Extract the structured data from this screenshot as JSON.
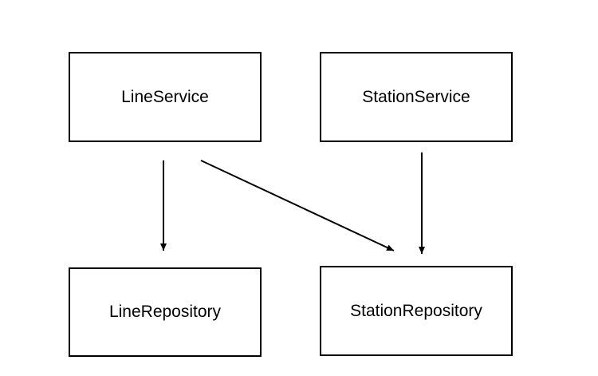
{
  "diagram": {
    "nodes": [
      {
        "id": "line-service",
        "label": "LineService"
      },
      {
        "id": "station-service",
        "label": "StationService"
      },
      {
        "id": "line-repository",
        "label": "LineRepository"
      },
      {
        "id": "station-repository",
        "label": "StationRepository"
      }
    ],
    "edges": [
      {
        "from": "line-service",
        "to": "line-repository"
      },
      {
        "from": "line-service",
        "to": "station-repository"
      },
      {
        "from": "station-service",
        "to": "station-repository"
      }
    ],
    "colors": {
      "stroke": "#000000",
      "background": "#ffffff"
    }
  }
}
